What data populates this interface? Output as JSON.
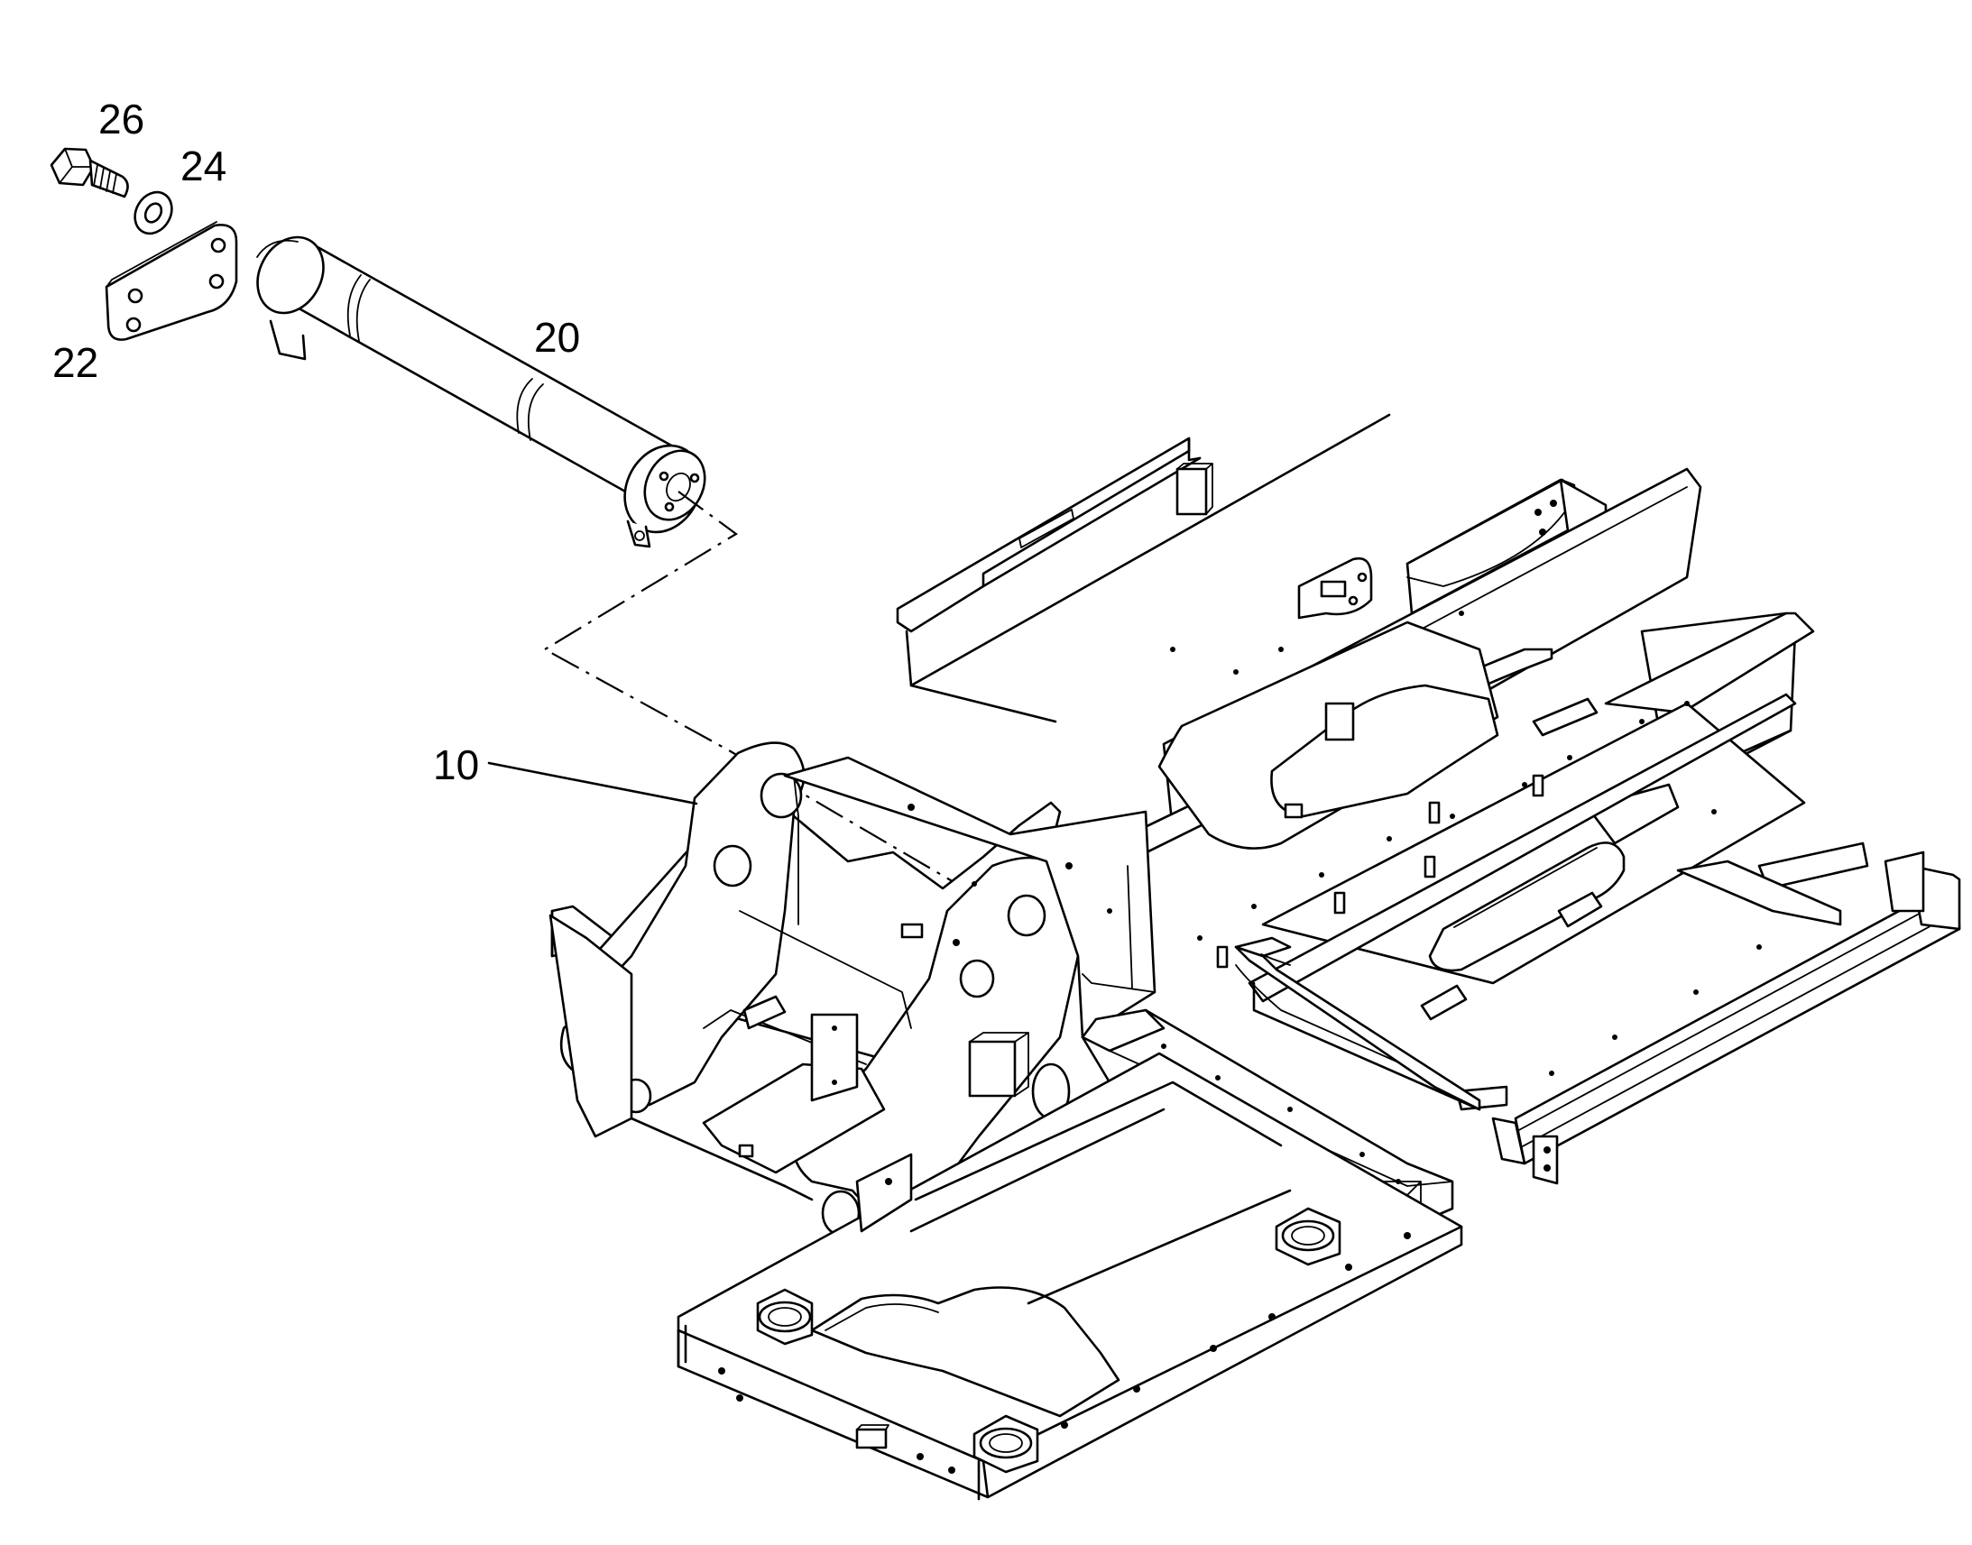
{
  "diagram": {
    "callouts": [
      {
        "id": "callout-26",
        "text": "26"
      },
      {
        "id": "callout-24",
        "text": "24"
      },
      {
        "id": "callout-22",
        "text": "22"
      },
      {
        "id": "callout-20",
        "text": "20"
      },
      {
        "id": "callout-10",
        "text": "10"
      }
    ],
    "parts": [
      {
        "callout": "26",
        "icon": "hex-bolt-icon"
      },
      {
        "callout": "24",
        "icon": "washer-icon"
      },
      {
        "callout": "22",
        "icon": "retainer-plate-icon"
      },
      {
        "callout": "20",
        "icon": "pivot-pin-icon"
      },
      {
        "callout": "10",
        "icon": "frame-icon"
      }
    ]
  }
}
